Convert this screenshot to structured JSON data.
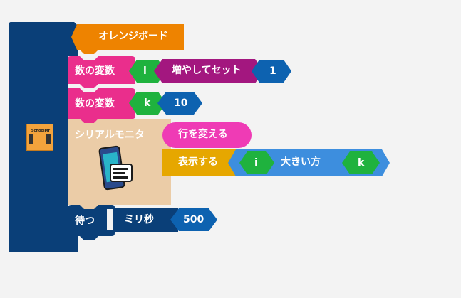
{
  "board_block": {
    "title": "オレンジボード",
    "chip_text": "SchoolMr",
    "colors": {
      "frame": "#0a3f78",
      "title": "#ee8300",
      "chip": "#f3a33c"
    }
  },
  "blocks": {
    "var1": {
      "label": "数の変数",
      "var_name": "i",
      "op_label": "増やしてセット",
      "value": "1"
    },
    "var2": {
      "label": "数の変数",
      "var_name": "k",
      "value": "10"
    },
    "serial": {
      "label": "シリアルモニタ",
      "newline_label": "行を変える",
      "print_label": "表示する",
      "compare_label": "大きい方",
      "arg_a": "i",
      "arg_b": "k",
      "icon": "phone-serial-icon"
    },
    "wait": {
      "label": "待つ",
      "unit_label": "ミリ秒",
      "value": "500"
    }
  },
  "colors": {
    "variable": "#ea2e8c",
    "var_ref": "#1fb23e",
    "increment": "#a3177f",
    "number": "#0d62b0",
    "serial_body": "#ebcca7",
    "newline": "#ef3bb5",
    "print": "#e6a700",
    "math": "#3d8ede",
    "wait": "#0a3f78"
  }
}
